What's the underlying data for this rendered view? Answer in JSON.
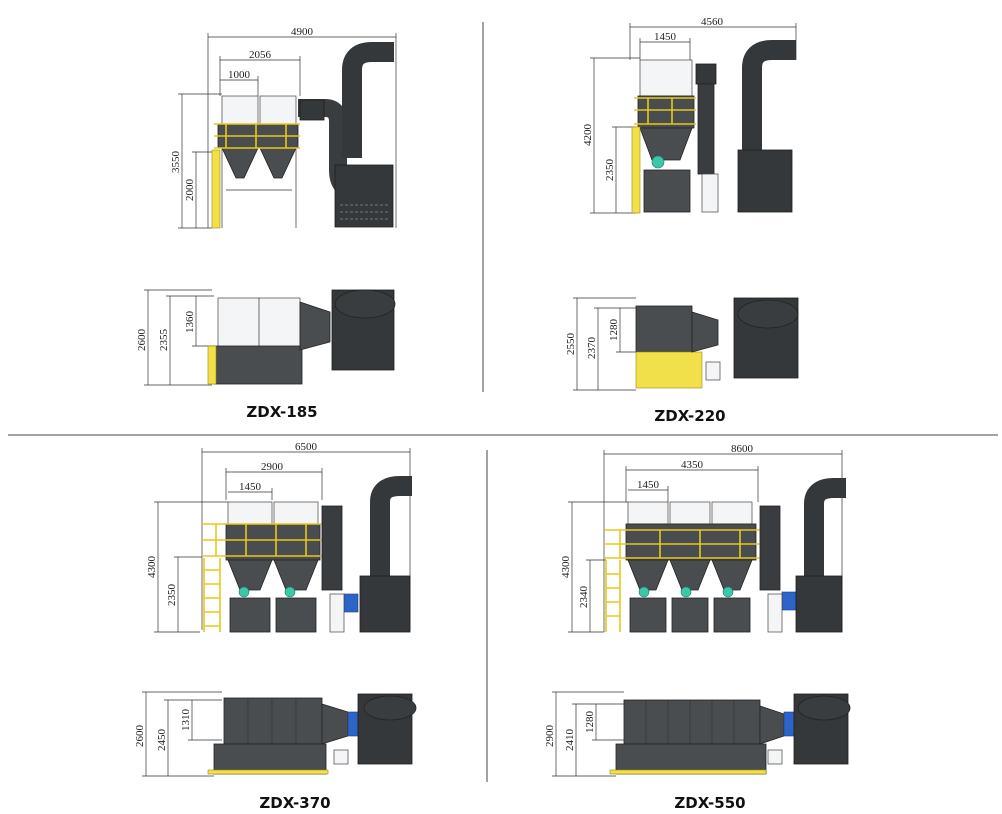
{
  "models": [
    {
      "caption": "ZDX-185",
      "front": {
        "width_total": "4900",
        "width_mid": "2056",
        "width_module": "1000",
        "height_total": "3550",
        "height_platform": "2000"
      },
      "top": {
        "depth_total": "2600",
        "depth_mid": "2355",
        "depth_module": "1360"
      }
    },
    {
      "caption": "ZDX-220",
      "front": {
        "width_total": "4560",
        "width_module": "1450",
        "height_total": "4200",
        "height_platform": "2350"
      },
      "top": {
        "depth_total": "2550",
        "depth_mid": "2370",
        "depth_module": "1280"
      }
    },
    {
      "caption": "ZDX-370",
      "front": {
        "width_total": "6500",
        "width_mid": "2900",
        "width_module": "1450",
        "height_total": "4300",
        "height_platform": "2350"
      },
      "top": {
        "depth_total": "2600",
        "depth_mid": "2450",
        "depth_module": "1310"
      }
    },
    {
      "caption": "ZDX-550",
      "front": {
        "width_total": "8600",
        "width_mid": "4350",
        "width_module": "1450",
        "height_total": "4300",
        "height_platform": "2340"
      },
      "top": {
        "depth_total": "2900",
        "depth_mid": "2410",
        "depth_module": "1280"
      }
    }
  ]
}
